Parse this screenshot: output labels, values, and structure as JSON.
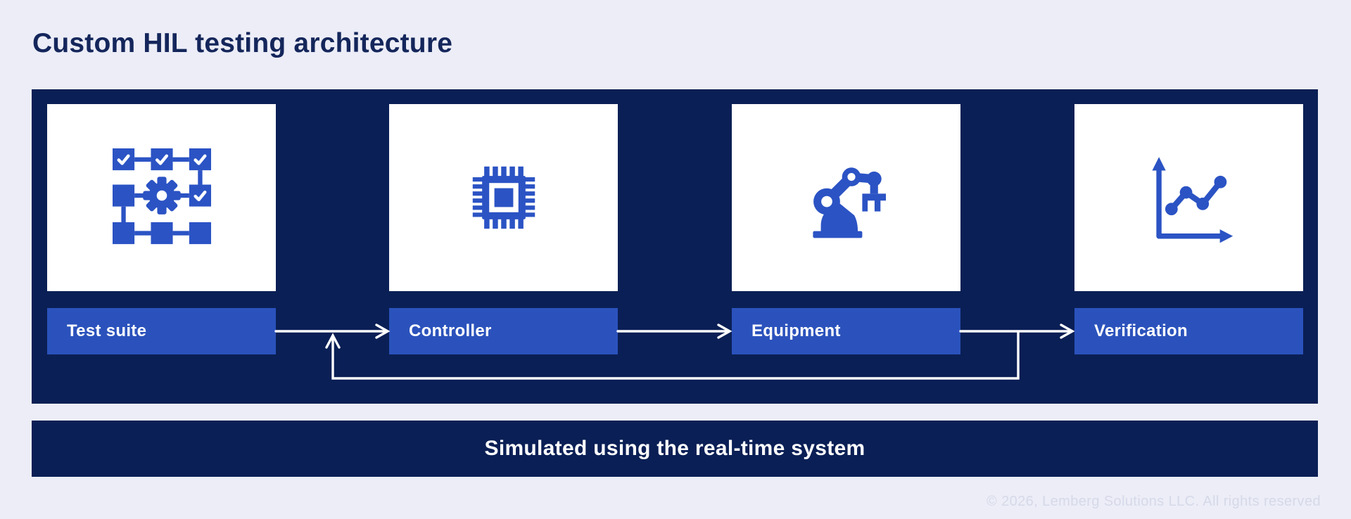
{
  "page": {
    "title": "Custom HIL testing architecture"
  },
  "diagram": {
    "nodes": [
      {
        "label": "Test suite",
        "icon": "workflow-checklist-icon"
      },
      {
        "label": "Controller",
        "icon": "chip-icon"
      },
      {
        "label": "Equipment",
        "icon": "robot-arm-icon"
      },
      {
        "label": "Verification",
        "icon": "line-chart-icon"
      }
    ],
    "flow_arrows": [
      "Test suite to Controller",
      "Controller to Equipment",
      "Equipment to Verification"
    ],
    "feedback_loop": "Branch from Equipment-Verification link loops down and back up into Test suite-Controller link"
  },
  "banner": {
    "text": "Simulated using the real-time system"
  },
  "footer": {
    "copyright": "© 2026, Lemberg Solutions LLC. All rights reserved"
  },
  "colors": {
    "background": "#ECEDF7",
    "panel_navy": "#0A1F55",
    "node_bar_blue": "#2B52BC",
    "icon_blue": "#2B53C4",
    "title_navy": "#14265B",
    "arrow_white": "#FFFFFF",
    "copyright_gray": "#D6D9E8"
  }
}
